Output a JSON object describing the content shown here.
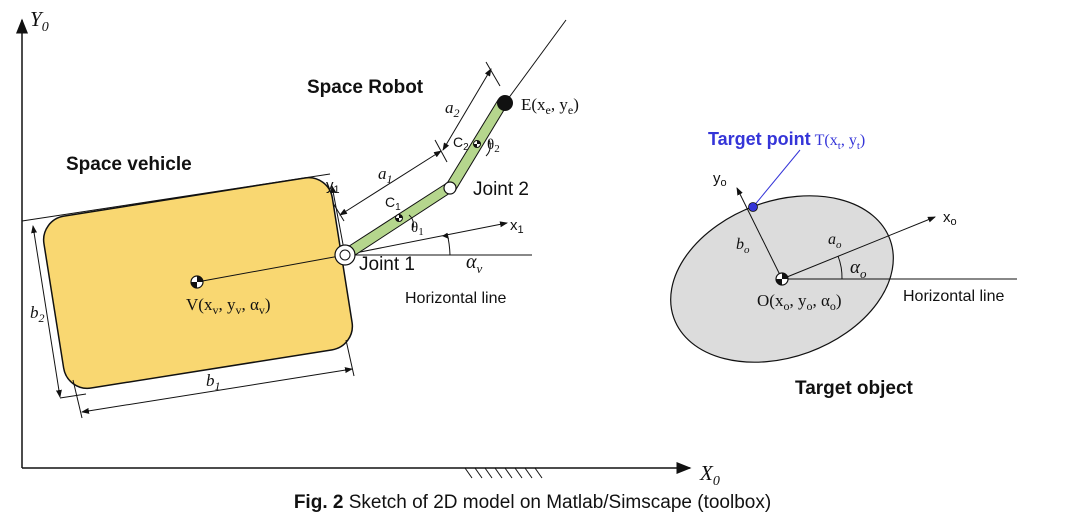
{
  "axes": {
    "y_label": "Y",
    "y_sub": "0",
    "x_label": "X",
    "x_sub": "0"
  },
  "labels": {
    "space_robot": "Space Robot",
    "space_vehicle": "Space vehicle",
    "end_effector": "E(x",
    "end_effector_sub1": "e",
    "end_effector_mid": ", y",
    "end_effector_sub2": "e",
    "end_effector_close": ")",
    "joint1": "Joint 1",
    "joint2": "Joint 2",
    "a1": "a",
    "a1_sub": "1",
    "a2": "a",
    "a2_sub": "2",
    "c1": "C",
    "c1_sub": "1",
    "c2": "C",
    "c2_sub": "2",
    "theta1": "θ",
    "theta1_sub": "1",
    "theta2": "θ",
    "theta2_sub": "2",
    "x1": "x",
    "x1_sub": "1",
    "y1": "y",
    "y1_sub": "1",
    "alpha_v": "α",
    "alpha_v_sub": "v",
    "horizontal_line_left": "Horizontal line",
    "vehicle_center": "V(x",
    "vehicle_center_rest": ", y",
    "vehicle_center_sub": "v",
    "vehicle_center_alpha": ", α",
    "vehicle_center_close": ")",
    "b1": "b",
    "b1_sub": "1",
    "b2": "b",
    "b2_sub": "2",
    "target_point": "Target point",
    "target_point_coord": "T(x",
    "target_point_sub": "t",
    "target_point_mid": ", y",
    "target_point_close": ")",
    "yo": "y",
    "yo_sub": "o",
    "xo": "x",
    "xo_sub": "o",
    "bo": "b",
    "bo_sub": "o",
    "ao": "a",
    "ao_sub": "o",
    "alpha_o": "α",
    "alpha_o_sub": "o",
    "object_center": "O(x",
    "object_center_mid": ", y",
    "object_center_alpha": ", α",
    "object_center_close": ")",
    "object_sub": "o",
    "horizontal_line_right": "Horizontal line",
    "target_object": "Target object"
  },
  "caption": {
    "prefix": "Fig. 2",
    "text": " Sketch of 2D model on Matlab/Simscape (toolbox)"
  },
  "colors": {
    "vehicle_fill": "#F9D771",
    "link_fill": "#B5D68D",
    "ellipse_fill": "#DCDCDC",
    "target_blue": "#3535D8",
    "text": "#111111"
  }
}
